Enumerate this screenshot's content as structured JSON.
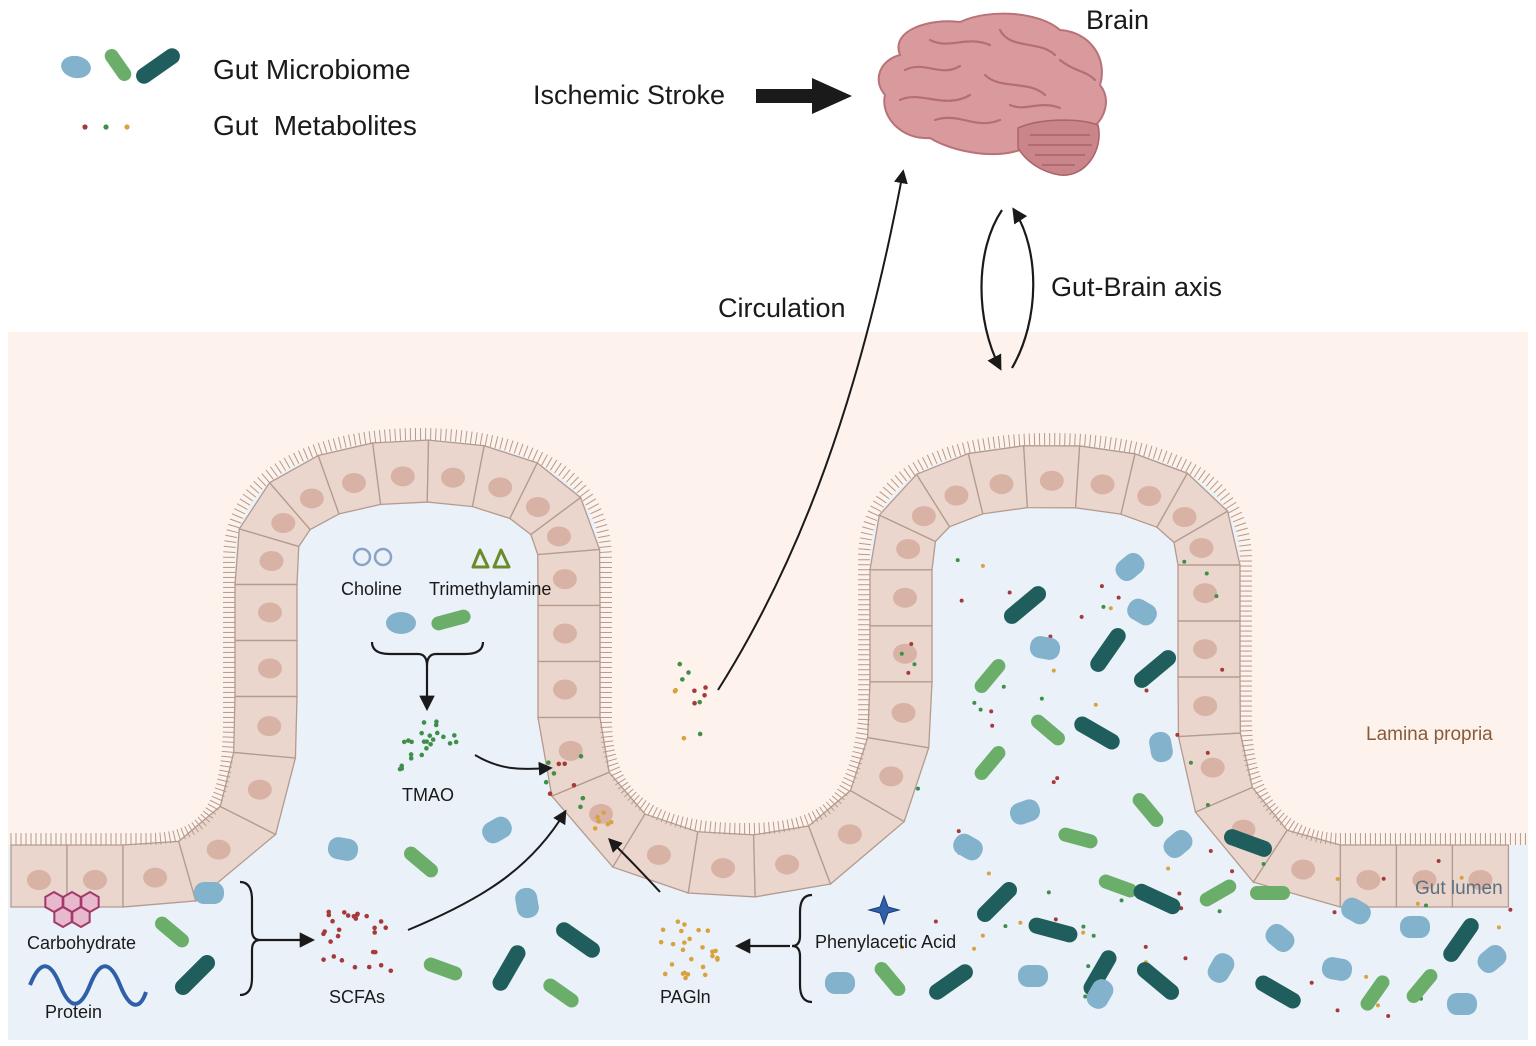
{
  "legend": {
    "microbiome_label": "Gut Microbiome",
    "metabolites_label": "Gut  Metabolites"
  },
  "labels": {
    "brain": "Brain",
    "ischemic_stroke": "Ischemic Stroke",
    "circulation": "Circulation",
    "gut_brain_axis": "Gut-Brain axis",
    "lamina_propria": "Lamina propria",
    "gut_lumen": "Gut lumen",
    "choline": "Choline",
    "trimethylamine": "Trimethylamine",
    "tmao": "TMAO",
    "carbohydrate": "Carbohydrate",
    "protein": "Protein",
    "scfas": "SCFAs",
    "pagln": "PAGln",
    "phenylacetic_acid": "Phenylacetic Acid"
  },
  "colors": {
    "lamina_bg": "#fdf3ec",
    "lumen_bg": "#eaf1f8",
    "cell_fill": "#ead6cc",
    "cell_stroke": "#b49a8f",
    "nucleus": "#d9b2a6",
    "bacteria_light_blue": "#82b2cc",
    "bacteria_green": "#6aae6a",
    "bacteria_dark_teal": "#1f5e5c",
    "metabolite_red": "#a63a3a",
    "metabolite_green": "#3f8f4a",
    "metabolite_orange": "#d9a23e",
    "brain": "#d99a9e",
    "lamina_label": "#8a5a3a",
    "lumen_label": "#5a7080"
  },
  "icons": [
    "brain-icon",
    "carbohydrate-hexagon-icon",
    "protein-wave-icon",
    "choline-icon",
    "trimethylamine-icon",
    "phenylacetic-acid-star-icon"
  ]
}
